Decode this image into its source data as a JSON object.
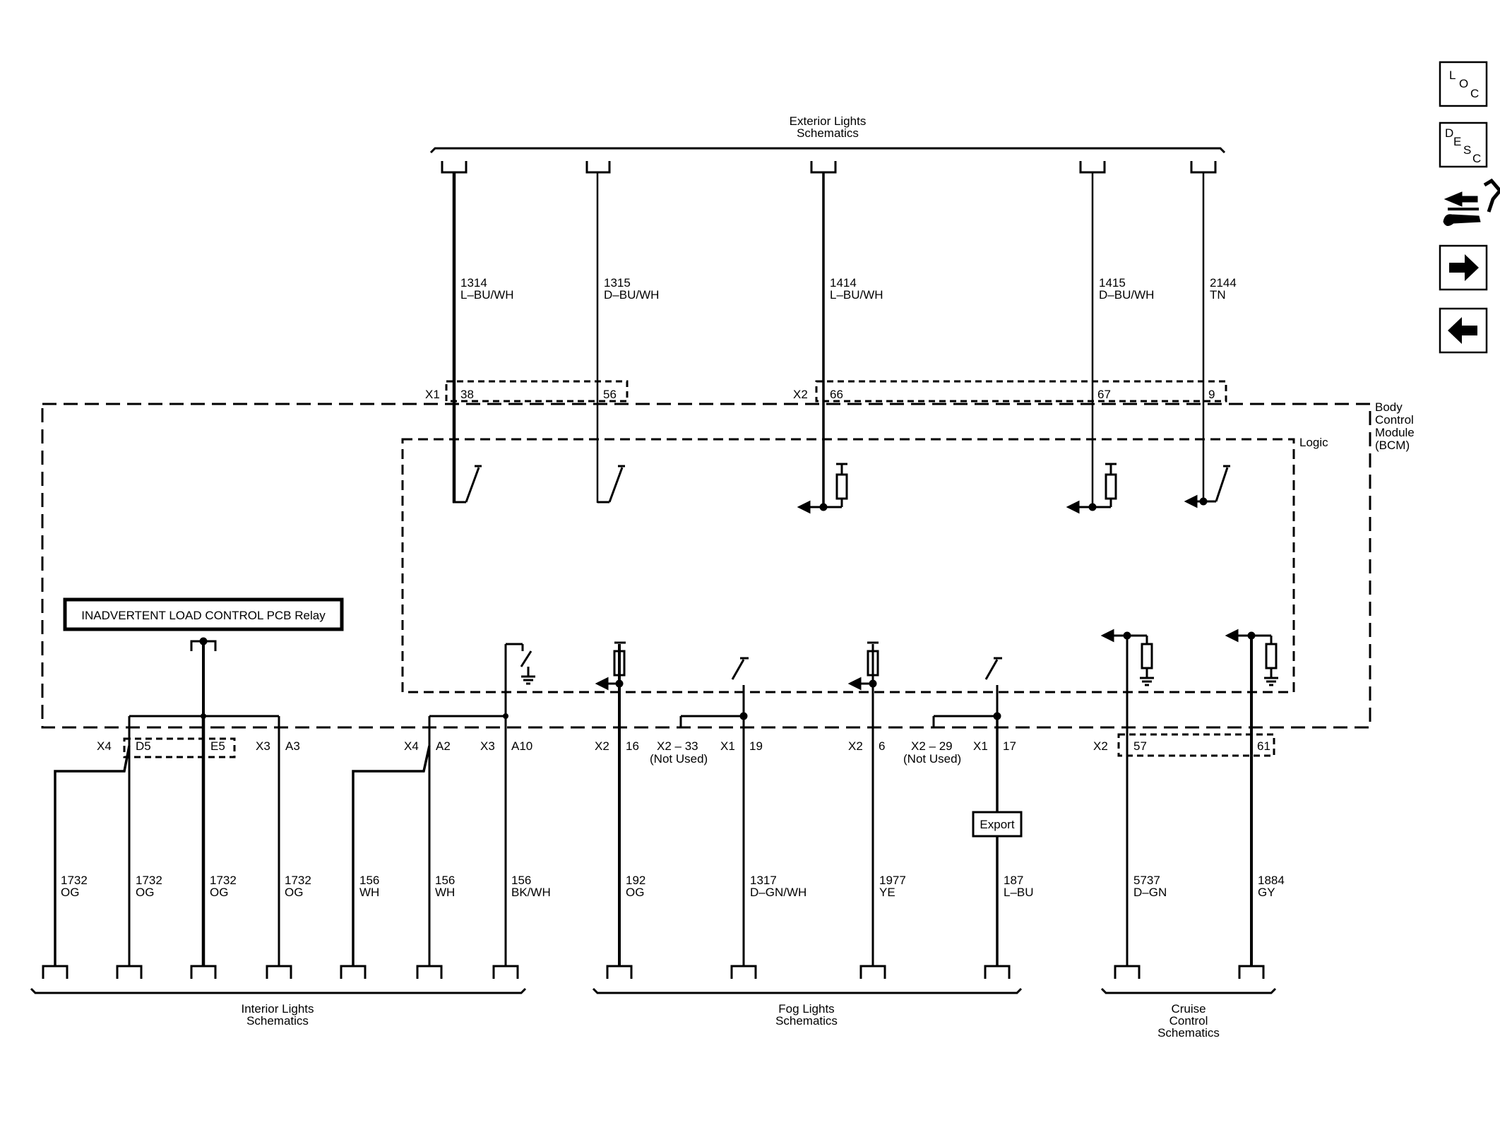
{
  "groups": {
    "exterior": [
      "Exterior Lights",
      "Schematics"
    ],
    "interior": [
      "Interior Lights",
      "Schematics"
    ],
    "fog": [
      "Fog Lights",
      "Schematics"
    ],
    "cruise": [
      "Cruise",
      "Control",
      "Schematics"
    ]
  },
  "module": {
    "name_lines": [
      "Body",
      "Control",
      "Module",
      "(BCM)"
    ],
    "logic_label": "Logic",
    "relay_label": "INADVERTENT LOAD CONTROL PCB Relay"
  },
  "top_connectors": {
    "x1": "X1",
    "x2": "X2",
    "pins": [
      "38",
      "56",
      "66",
      "67",
      "9"
    ]
  },
  "top_wires": [
    {
      "circuit": "1314",
      "color": "L–BU/WH"
    },
    {
      "circuit": "1315",
      "color": "D–BU/WH"
    },
    {
      "circuit": "1414",
      "color": "L–BU/WH"
    },
    {
      "circuit": "1415",
      "color": "D–BU/WH"
    },
    {
      "circuit": "2144",
      "color": "TN"
    }
  ],
  "bottom_connectors": [
    "X4",
    "D5",
    "E5",
    "X3",
    "A3",
    "X4",
    "A2",
    "X3",
    "A10",
    "X2",
    "16",
    "X2 – 33",
    "(Not Used)",
    "X1",
    "19",
    "X2",
    "6",
    "X2 – 29",
    "(Not Used)",
    "X1",
    "17",
    "X2",
    "57",
    "61"
  ],
  "bottom_wires": [
    {
      "circuit": "1732",
      "color": "OG"
    },
    {
      "circuit": "1732",
      "color": "OG"
    },
    {
      "circuit": "1732",
      "color": "OG"
    },
    {
      "circuit": "1732",
      "color": "OG"
    },
    {
      "circuit": "156",
      "color": "WH"
    },
    {
      "circuit": "156",
      "color": "WH"
    },
    {
      "circuit": "156",
      "color": "BK/WH"
    },
    {
      "circuit": "192",
      "color": "OG"
    },
    {
      "circuit": "1317",
      "color": "D–GN/WH"
    },
    {
      "circuit": "1977",
      "color": "YE"
    },
    {
      "circuit": "187",
      "color": "L–BU"
    },
    {
      "circuit": "5737",
      "color": "D–GN"
    },
    {
      "circuit": "1884",
      "color": "GY"
    }
  ],
  "export_label": "Export",
  "nav": {
    "loc": [
      "L",
      "O",
      "C"
    ],
    "desc": [
      "D",
      "E",
      "S",
      "C"
    ]
  }
}
